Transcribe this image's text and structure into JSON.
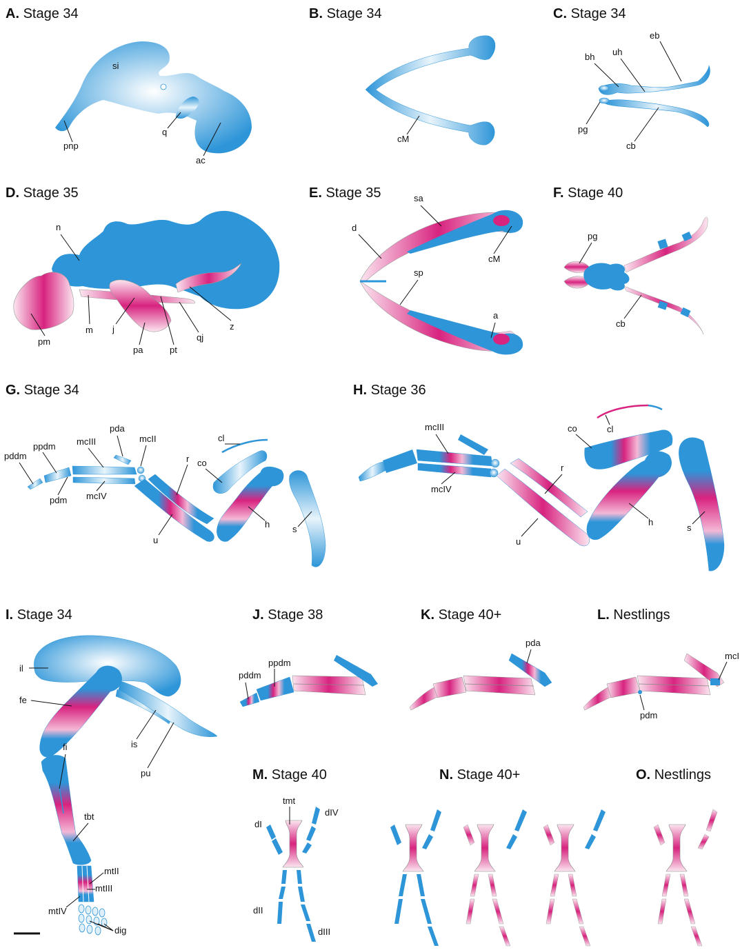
{
  "panels": [
    {
      "id": "A",
      "letter": "A.",
      "title": "Stage 34",
      "labels": [
        {
          "key": "si",
          "text": "si"
        },
        {
          "key": "pnp",
          "text": "pnp"
        },
        {
          "key": "q",
          "text": "q"
        },
        {
          "key": "ac",
          "text": "ac"
        }
      ]
    },
    {
      "id": "B",
      "letter": "B.",
      "title": "Stage 34",
      "labels": [
        {
          "key": "cM",
          "text": "cM"
        }
      ]
    },
    {
      "id": "C",
      "letter": "C.",
      "title": "Stage 34",
      "labels": [
        {
          "key": "bh",
          "text": "bh"
        },
        {
          "key": "uh",
          "text": "uh"
        },
        {
          "key": "eb",
          "text": "eb"
        },
        {
          "key": "pg",
          "text": "pg"
        },
        {
          "key": "cb",
          "text": "cb"
        }
      ]
    },
    {
      "id": "D",
      "letter": "D.",
      "title": "Stage 35",
      "labels": [
        {
          "key": "n",
          "text": "n"
        },
        {
          "key": "pm",
          "text": "pm"
        },
        {
          "key": "m",
          "text": "m"
        },
        {
          "key": "j",
          "text": "j"
        },
        {
          "key": "pa",
          "text": "pa"
        },
        {
          "key": "pt",
          "text": "pt"
        },
        {
          "key": "qj",
          "text": "qj"
        },
        {
          "key": "z",
          "text": "z"
        }
      ]
    },
    {
      "id": "E",
      "letter": "E.",
      "title": "Stage 35",
      "labels": [
        {
          "key": "sa",
          "text": "sa"
        },
        {
          "key": "d",
          "text": "d"
        },
        {
          "key": "cM",
          "text": "cM"
        },
        {
          "key": "sp",
          "text": "sp"
        },
        {
          "key": "a",
          "text": "a"
        }
      ]
    },
    {
      "id": "F",
      "letter": "F.",
      "title": "Stage 40",
      "labels": [
        {
          "key": "pg",
          "text": "pg"
        },
        {
          "key": "cb",
          "text": "cb"
        }
      ]
    },
    {
      "id": "G",
      "letter": "G.",
      "title": "Stage 34",
      "labels": [
        {
          "key": "pda",
          "text": "pda"
        },
        {
          "key": "mcII",
          "text": "mcII"
        },
        {
          "key": "ppdm",
          "text": "ppdm"
        },
        {
          "key": "mcIII",
          "text": "mcIII"
        },
        {
          "key": "pddm",
          "text": "pddm"
        },
        {
          "key": "pdm",
          "text": "pdm"
        },
        {
          "key": "mcIV",
          "text": "mcIV"
        },
        {
          "key": "cl",
          "text": "cl"
        },
        {
          "key": "co",
          "text": "co"
        },
        {
          "key": "r",
          "text": "r"
        },
        {
          "key": "u",
          "text": "u"
        },
        {
          "key": "h",
          "text": "h"
        },
        {
          "key": "s",
          "text": "s"
        }
      ]
    },
    {
      "id": "H",
      "letter": "H.",
      "title": "Stage 36",
      "labels": [
        {
          "key": "mcIII",
          "text": "mcIII"
        },
        {
          "key": "mcIV",
          "text": "mcIV"
        },
        {
          "key": "co",
          "text": "co"
        },
        {
          "key": "cl",
          "text": "cl"
        },
        {
          "key": "r",
          "text": "r"
        },
        {
          "key": "u",
          "text": "u"
        },
        {
          "key": "h",
          "text": "h"
        },
        {
          "key": "s",
          "text": "s"
        }
      ]
    },
    {
      "id": "I",
      "letter": "I.",
      "title": "Stage 34",
      "labels": [
        {
          "key": "il",
          "text": "il"
        },
        {
          "key": "fe",
          "text": "fe"
        },
        {
          "key": "is",
          "text": "is"
        },
        {
          "key": "pu",
          "text": "pu"
        },
        {
          "key": "fi",
          "text": "fi"
        },
        {
          "key": "tbt",
          "text": "tbt"
        },
        {
          "key": "mtII",
          "text": "mtII"
        },
        {
          "key": "mtIII",
          "text": "mtIII"
        },
        {
          "key": "mtIV",
          "text": "mtIV"
        },
        {
          "key": "dig",
          "text": "dig"
        }
      ]
    },
    {
      "id": "J",
      "letter": "J.",
      "title": "Stage 38",
      "labels": [
        {
          "key": "ppdm",
          "text": "ppdm"
        },
        {
          "key": "pddm",
          "text": "pddm"
        }
      ]
    },
    {
      "id": "K",
      "letter": "K.",
      "title": "Stage 40+",
      "labels": [
        {
          "key": "pda",
          "text": "pda"
        }
      ]
    },
    {
      "id": "L",
      "letter": "L.",
      "title": "Nestlings",
      "labels": [
        {
          "key": "mcI",
          "text": "mcI"
        },
        {
          "key": "pdm",
          "text": "pdm"
        }
      ]
    },
    {
      "id": "M",
      "letter": "M.",
      "title": "Stage 40",
      "labels": [
        {
          "key": "tmt",
          "text": "tmt"
        },
        {
          "key": "dI",
          "text": "dI"
        },
        {
          "key": "dIV",
          "text": "dIV"
        },
        {
          "key": "dII",
          "text": "dII"
        },
        {
          "key": "dIII",
          "text": "dIII"
        }
      ]
    },
    {
      "id": "N",
      "letter": "N.",
      "title": "Stage 40+",
      "labels": []
    },
    {
      "id": "O",
      "letter": "O.",
      "title": "Nestlings",
      "labels": []
    }
  ],
  "colors": {
    "cartilage": "#2d95d8",
    "cartilage_light": "#e8f4fb",
    "bone": "#d8237f",
    "bone_light": "#fbe6f0",
    "ink": "#111111"
  }
}
